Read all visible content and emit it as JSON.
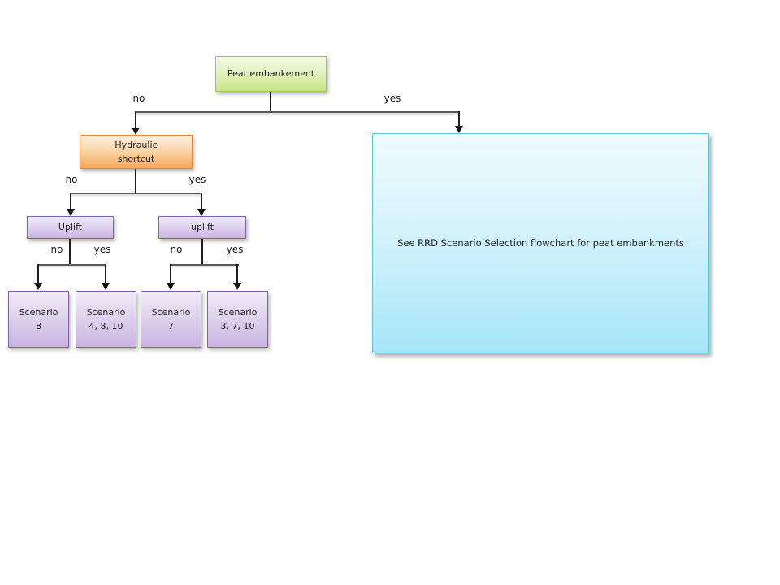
{
  "flowchart": {
    "nodes": {
      "root": {
        "label": "Peat embankement"
      },
      "hydraulic_shortcut": {
        "line1": "Hydraulic",
        "line2": "shortcut"
      },
      "uplift_left": {
        "label": "Uplift"
      },
      "uplift_right": {
        "label": "uplift"
      },
      "scenario_1": {
        "line1": "Scenario",
        "line2": "8"
      },
      "scenario_2": {
        "line1": "Scenario",
        "line2": "4, 8, 10"
      },
      "scenario_3": {
        "line1": "Scenario",
        "line2": "7"
      },
      "scenario_4": {
        "line1": "Scenario",
        "line2": "3, 7, 10"
      },
      "reference": {
        "label": "See RRD Scenario Selection flowchart for peat embankments"
      }
    },
    "edges": {
      "root_no": "no",
      "root_yes": "yes",
      "hydraulic_no": "no",
      "hydraulic_yes": "yes",
      "uplift_left_no": "no",
      "uplift_left_yes": "yes",
      "uplift_right_no": "no",
      "uplift_right_yes": "yes"
    },
    "colors": {
      "green_fill": "#cfe693",
      "green_border": "#a2c94f",
      "orange_fill": "#f7b269",
      "orange_border": "#df8941",
      "purple_fill": "#cdb9e3",
      "purple_border": "#7f62a5",
      "cyan_fill": "#a8e7f9",
      "cyan_border": "#5fc4da",
      "connector": "#575757",
      "arrow": "#141414",
      "text": "#232323"
    }
  }
}
